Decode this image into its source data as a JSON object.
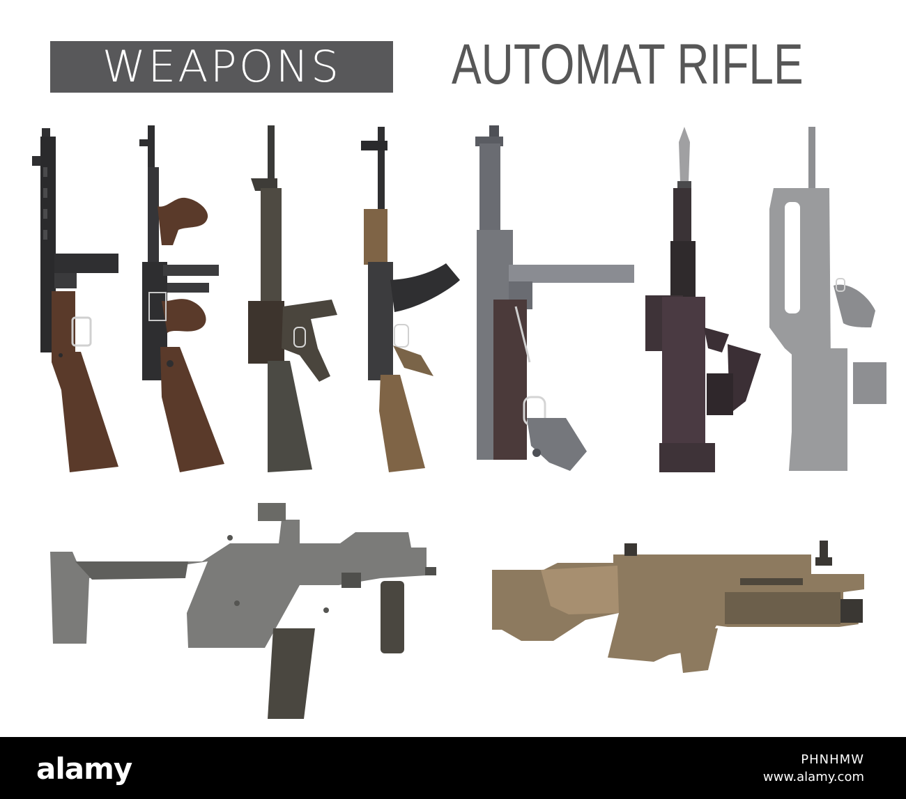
{
  "header": {
    "banner_label": "WEAPONS",
    "title": "AUTOMAT RIFLE"
  },
  "colors": {
    "banner_bg": "#58585a",
    "title_text": "#575757",
    "wood_dark": "#5a3a2a",
    "wood_light": "#7f6446",
    "steel_dark": "#2e2e30",
    "steel_grey": "#75777c",
    "tan": "#8d7a5f",
    "light_grey": "#9a9b9d",
    "plum": "#4a3a42"
  },
  "weapons": [
    {
      "icon": "ppsh-submachine-gun-icon"
    },
    {
      "icon": "thompson-submachine-gun-icon"
    },
    {
      "icon": "m16-rifle-icon"
    },
    {
      "icon": "ak47-rifle-icon"
    },
    {
      "icon": "mp40-submachine-gun-icon"
    },
    {
      "icon": "bayonet-rifle-icon"
    },
    {
      "icon": "famas-bullpup-rifle-icon"
    },
    {
      "icon": "kriss-vector-smg-icon"
    },
    {
      "icon": "scar-grenade-launcher-rifle-icon"
    }
  ],
  "footer": {
    "logo": "alamy",
    "image_id": "PHNHMW",
    "url": "www.alamy.com"
  }
}
